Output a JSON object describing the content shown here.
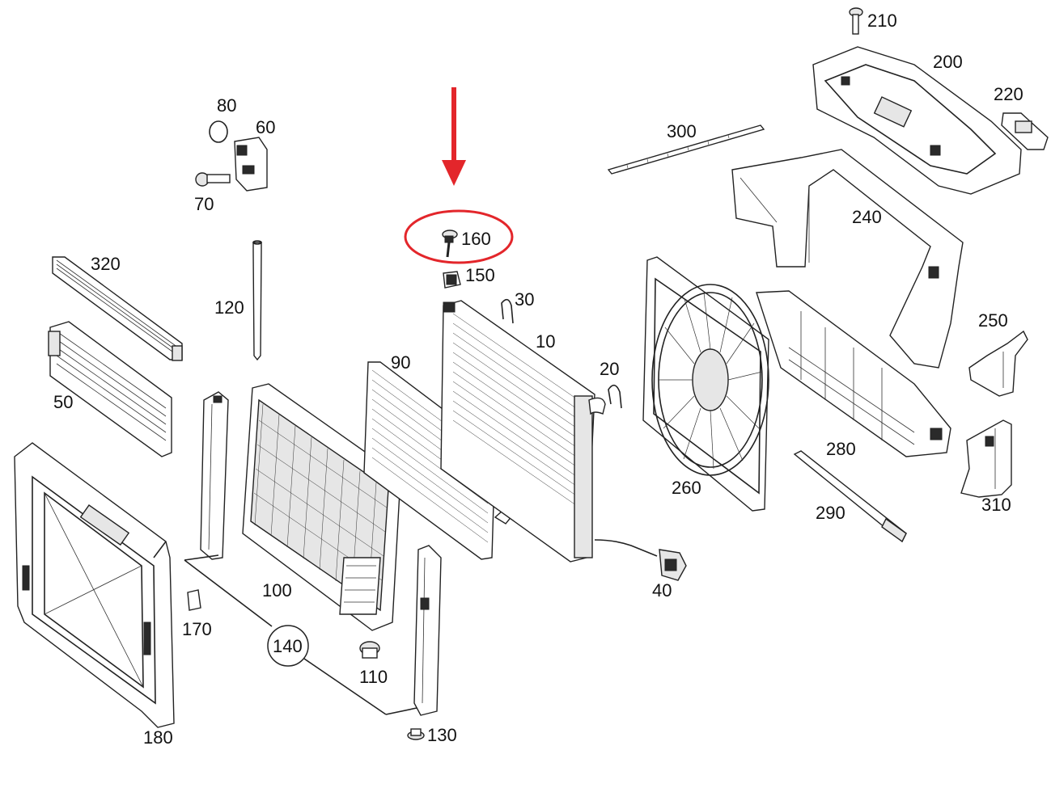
{
  "labels": {
    "p10": "10",
    "p20": "20",
    "p30": "30",
    "p40": "40",
    "p50": "50",
    "p60": "60",
    "p70": "70",
    "p80": "80",
    "p90": "90",
    "p100": "100",
    "p110": "110",
    "p120": "120",
    "p130": "130",
    "p140": "140",
    "p150": "150",
    "p160": "160",
    "p170": "170",
    "p180": "180",
    "p200": "200",
    "p210": "210",
    "p220": "220",
    "p240": "240",
    "p250": "250",
    "p260": "260",
    "p280": "280",
    "p290": "290",
    "p300": "300",
    "p310": "310",
    "p320": "320"
  },
  "highlight": {
    "part": "160",
    "color": "#e3262b"
  },
  "colors": {
    "line": "#222222",
    "background": "#ffffff",
    "accent": "#e3262b"
  }
}
